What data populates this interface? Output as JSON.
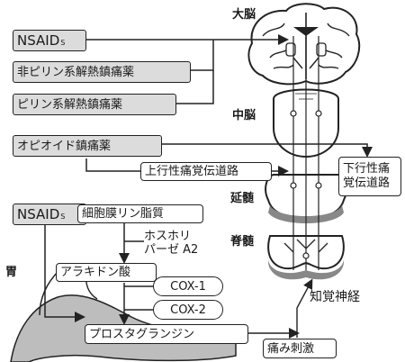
{
  "drugs": {
    "nsaids_top": {
      "main": "NSAID",
      "sub": "S"
    },
    "non_pyrine": "非ピリン系解熱鎮痛薬",
    "pyrine": "ピリン系解熱鎮痛薬",
    "opioid": "オピオイド鎮痛薬",
    "nsaids_bottom": {
      "main": "NSAID",
      "sub": "S"
    }
  },
  "anatomy": {
    "cerebrum": "大脳",
    "midbrain": "中脳",
    "medulla": "延髄",
    "spinal_cord": "脊髄",
    "stomach": "胃"
  },
  "pathways": {
    "ascending": "上行性痛覚伝道路",
    "descending_line1": "下行性痛",
    "descending_line2": "覚伝道路",
    "sensory_nerve": "知覚神経"
  },
  "cascade": {
    "membrane": "細胞膜リン脂質",
    "phospholipase_line1": "ホスホリ",
    "phospholipase_line2": "パーゼ A2",
    "arachidonic": "アラキドン酸",
    "cox1": "COX-1",
    "cox2": "COX-2",
    "prostaglandin": "プロスタグランジン",
    "pain_stimulus": "痛み刺激"
  }
}
